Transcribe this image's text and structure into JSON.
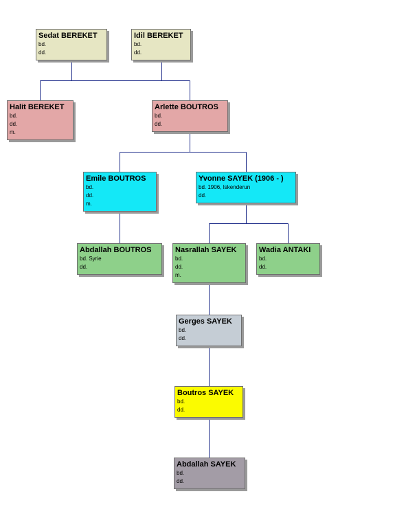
{
  "colors": {
    "connector": "#1f2d8a",
    "tan": "#e6e6c3",
    "pink": "#e3a7a7",
    "cyan": "#14e8f7",
    "green": "#8ed08a",
    "gray": "#c5cdd5",
    "yellow": "#fbfb00",
    "purple": "#a39ca6"
  },
  "people": {
    "sedat": {
      "name": "Sedat BEREKET",
      "lines": [
        "bd.",
        "dd."
      ]
    },
    "idil": {
      "name": "Idil BEREKET",
      "lines": [
        "bd.",
        "dd."
      ]
    },
    "halit": {
      "name": "Halit BEREKET",
      "lines": [
        "bd.",
        "dd.",
        "m."
      ]
    },
    "arlette": {
      "name": "Arlette BOUTROS",
      "lines": [
        "bd.",
        "dd."
      ]
    },
    "emile": {
      "name": "Emile BOUTROS",
      "lines": [
        "bd.",
        "dd.",
        "m."
      ]
    },
    "yvonne": {
      "name": "Yvonne SAYEK (1906 - )",
      "lines": [
        "bd. 1906, Iskenderun",
        "dd."
      ]
    },
    "abdallah_b": {
      "name": "Abdallah BOUTROS",
      "lines": [
        "bd. Syrie",
        "dd."
      ]
    },
    "nasrallah": {
      "name": "Nasrallah SAYEK",
      "lines": [
        "bd.",
        "dd.",
        "m."
      ]
    },
    "wadia": {
      "name": "Wadia ANTAKI",
      "lines": [
        "bd.",
        "dd."
      ]
    },
    "gerges": {
      "name": "Gerges SAYEK",
      "lines": [
        "bd.",
        "dd."
      ]
    },
    "boutros": {
      "name": "Boutros SAYEK",
      "lines": [
        "bd.",
        "dd."
      ]
    },
    "abdallah_s": {
      "name": "Abdallah SAYEK",
      "lines": [
        "bd.",
        "dd."
      ]
    }
  }
}
